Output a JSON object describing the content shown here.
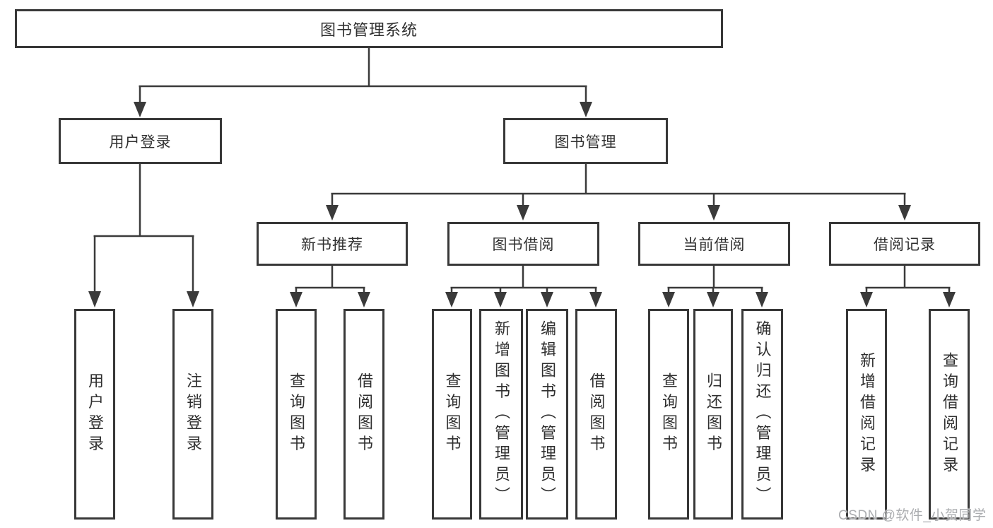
{
  "diagram": {
    "type": "hierarchy",
    "nodes": {
      "root": "图书管理系统",
      "user_login": "用户登录",
      "book_mgmt": "图书管理",
      "new_book_rec": "新书推荐",
      "book_borrow": "图书借阅",
      "current_borrow": "当前借阅",
      "borrow_records": "借阅记录",
      "leaf_user_login": "用户登录",
      "leaf_logout": "注销登录",
      "leaf_nb_query": "查询图书",
      "leaf_nb_borrow": "借阅图书",
      "leaf_bb_query": "查询图书",
      "leaf_bb_add": "新增图书（管理员）",
      "leaf_bb_edit": "编辑图书（管理员）",
      "leaf_bb_borrow": "借阅图书",
      "leaf_cb_query": "查询图书",
      "leaf_cb_return": "归还图书",
      "leaf_cb_confirm": "确认归还（管理员）",
      "leaf_br_add": "新增借阅记录",
      "leaf_br_query": "查询借阅记录"
    },
    "edges": [
      [
        "root",
        "user_login"
      ],
      [
        "root",
        "book_mgmt"
      ],
      [
        "user_login",
        "leaf_user_login"
      ],
      [
        "user_login",
        "leaf_logout"
      ],
      [
        "book_mgmt",
        "new_book_rec"
      ],
      [
        "book_mgmt",
        "book_borrow"
      ],
      [
        "book_mgmt",
        "current_borrow"
      ],
      [
        "book_mgmt",
        "borrow_records"
      ],
      [
        "new_book_rec",
        "leaf_nb_query"
      ],
      [
        "new_book_rec",
        "leaf_nb_borrow"
      ],
      [
        "book_borrow",
        "leaf_bb_query"
      ],
      [
        "book_borrow",
        "leaf_bb_add"
      ],
      [
        "book_borrow",
        "leaf_bb_edit"
      ],
      [
        "book_borrow",
        "leaf_bb_borrow"
      ],
      [
        "current_borrow",
        "leaf_cb_query"
      ],
      [
        "current_borrow",
        "leaf_cb_return"
      ],
      [
        "current_borrow",
        "leaf_cb_confirm"
      ],
      [
        "borrow_records",
        "leaf_br_add"
      ],
      [
        "borrow_records",
        "leaf_br_query"
      ]
    ]
  },
  "watermark": "CSDN @软件_小贺同学",
  "colors": {
    "line": "#3a3a3a",
    "box_border": "#383838",
    "text": "#2f2f2f",
    "background": "#ffffff",
    "watermark": "#abadb0"
  }
}
